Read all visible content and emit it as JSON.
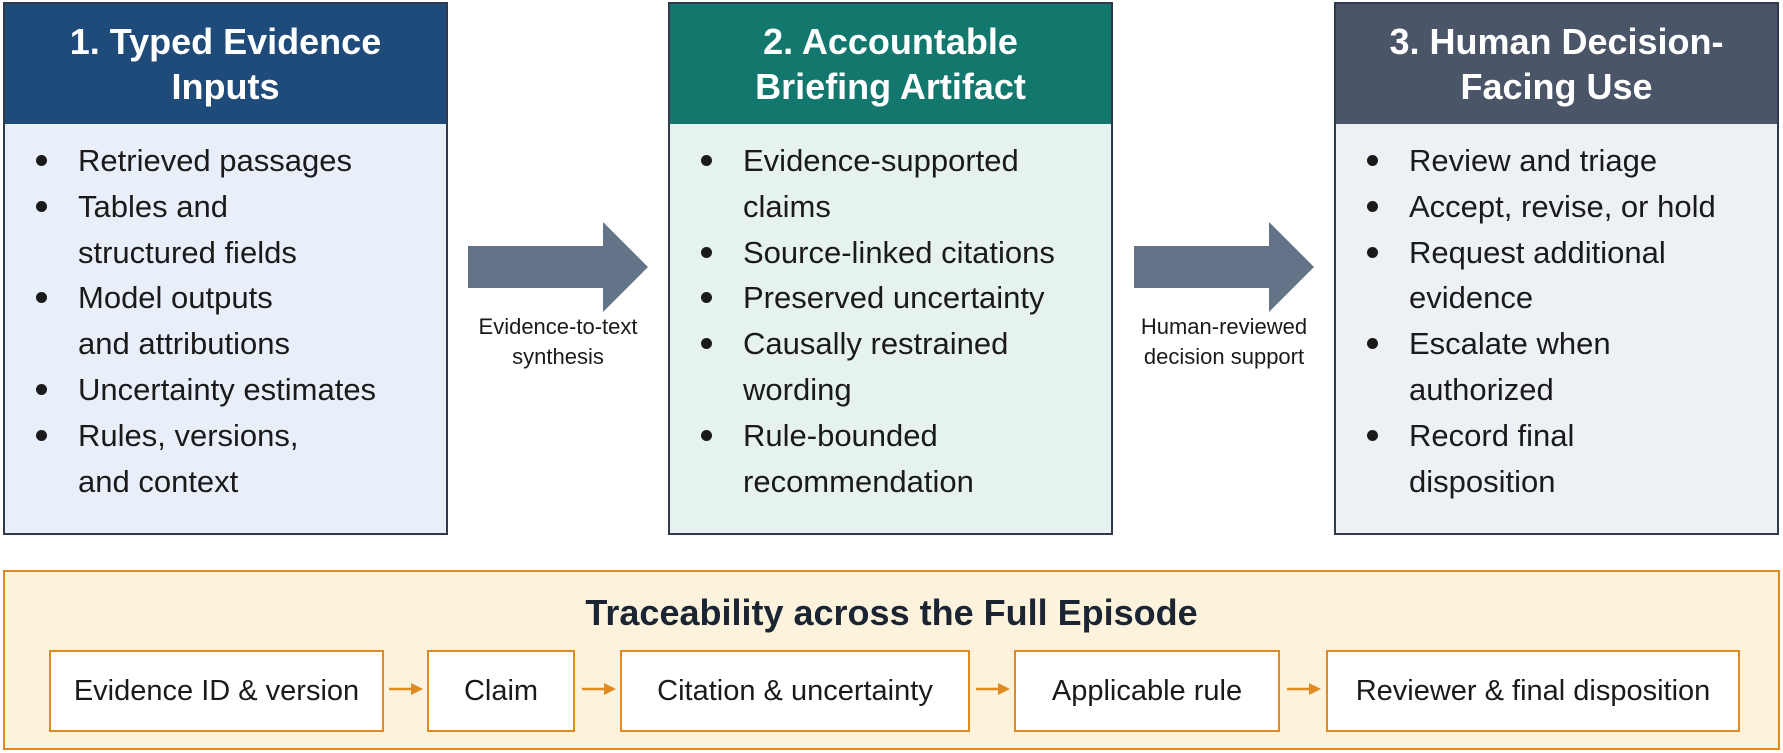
{
  "stages": [
    {
      "title": "1. Typed Evidence\nInputs",
      "items": [
        "Retrieved passages",
        "Tables and\nstructured fields",
        "Model outputs\nand attributions",
        "Uncertainty estimates",
        "Rules, versions,\nand context"
      ]
    },
    {
      "title": "2. Accountable\nBriefing Artifact",
      "items": [
        "Evidence-supported\nclaims",
        "Source-linked citations",
        "Preserved uncertainty",
        "Causally restrained\nwording",
        "Rule-bounded\nrecommendation"
      ]
    },
    {
      "title": "3. Human Decision-\nFacing Use",
      "items": [
        "Review and triage",
        "Accept, revise, or hold",
        "Request additional\nevidence",
        "Escalate when\nauthorized",
        "Record final\ndisposition"
      ]
    }
  ],
  "connectors": [
    {
      "label": "Evidence-to-text\nsynthesis"
    },
    {
      "label": "Human-reviewed\ndecision support"
    }
  ],
  "traceability": {
    "title": "Traceability across the Full Episode",
    "steps": [
      "Evidence ID & version",
      "Claim",
      "Citation & uncertainty",
      "Applicable rule",
      "Reviewer & final disposition"
    ]
  },
  "colors": {
    "stage1_header": "#1f4b7a",
    "stage2_header": "#12786d",
    "stage3_header": "#4a5568",
    "arrow": "#637388",
    "trace_accent": "#e08a22",
    "trace_background": "#fdf3dd"
  }
}
